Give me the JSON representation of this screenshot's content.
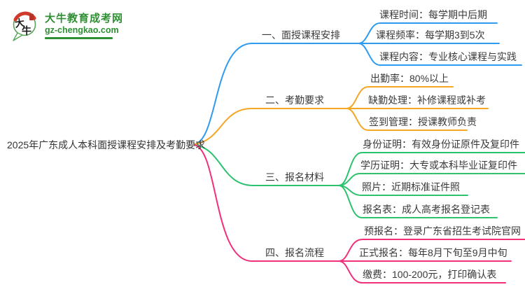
{
  "logo": {
    "icon_char_1": "大",
    "icon_char_2": "牛",
    "site_name": "大牛教育成考网",
    "site_domain": "gz-chengkao.com",
    "brand_color": "#2f8f33",
    "seal_color": "#c0392b"
  },
  "root": {
    "title": "2025年广东成人本科面授课程安排及考勤要求"
  },
  "branches": [
    {
      "label": "一、面授课程安排",
      "color": "#2f9bf0",
      "leaves": [
        "课程时间：每学期中后期",
        "课程频率：每学期3到5次",
        "课程内容：专业核心课程与实践"
      ]
    },
    {
      "label": "二、考勤要求",
      "color": "#f5a623",
      "leaves": [
        "出勤率：80%以上",
        "缺勤处理：补修课程或补考",
        "签到管理：授课教师负责"
      ]
    },
    {
      "label": "三、报名材料",
      "color": "#2cc26e",
      "leaves": [
        "身份证明：有效身份证原件及复印件",
        "学历证明：大专或本科毕业证复印件",
        "照片：近期标准证件照",
        "报名表：成人高考报名登记表"
      ]
    },
    {
      "label": "四、报名流程",
      "color": "#f1307c",
      "leaves": [
        "预报名：登录广东省招生考试院官网",
        "正式报名：每年8月下旬至9月中旬",
        "缴费：100-200元，打印确认表"
      ]
    }
  ]
}
